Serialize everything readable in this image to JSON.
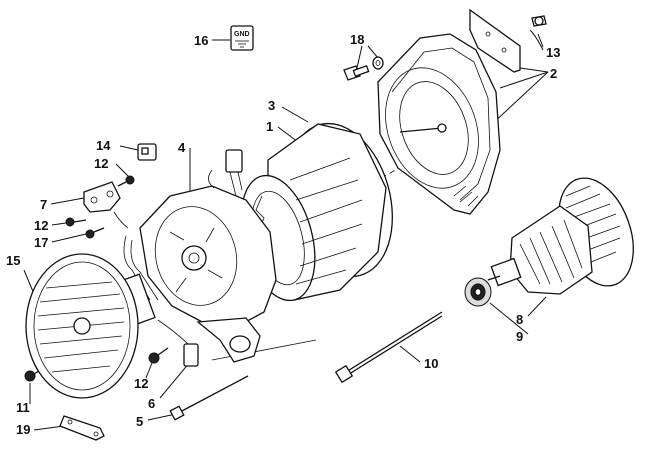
{
  "diagram": {
    "gnd_label": "GND",
    "callouts": [
      "16",
      "18",
      "13",
      "2",
      "3",
      "1",
      "4",
      "14",
      "12",
      "7",
      "12",
      "17",
      "15",
      "11",
      "19",
      "12",
      "6",
      "5",
      "10",
      "8",
      "9"
    ]
  }
}
